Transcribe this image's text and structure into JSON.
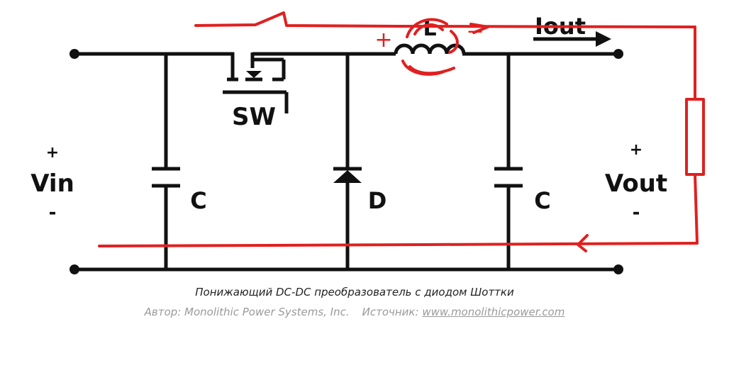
{
  "diagram": {
    "labels": {
      "vin": "Vin",
      "vin_plus": "+",
      "vin_minus": "-",
      "vout": "Vout",
      "vout_plus": "+",
      "vout_minus": "-",
      "switch": "SW",
      "diode": "D",
      "cap_in": "C",
      "cap_out": "C",
      "inductor": "L",
      "iout": "Iout"
    },
    "annotations": {
      "inductor_plus": "+",
      "inductor_minus": "−"
    },
    "colors": {
      "circuit": "#111111",
      "annotation": "#e02020"
    }
  },
  "caption": {
    "title": "Понижающий DC-DC преобразователь с диодом Шоттки",
    "author": "Автор: Monolithic Power Systems, Inc.",
    "source_label": "Источник:",
    "source_link": "www.monolithicpower.com"
  }
}
